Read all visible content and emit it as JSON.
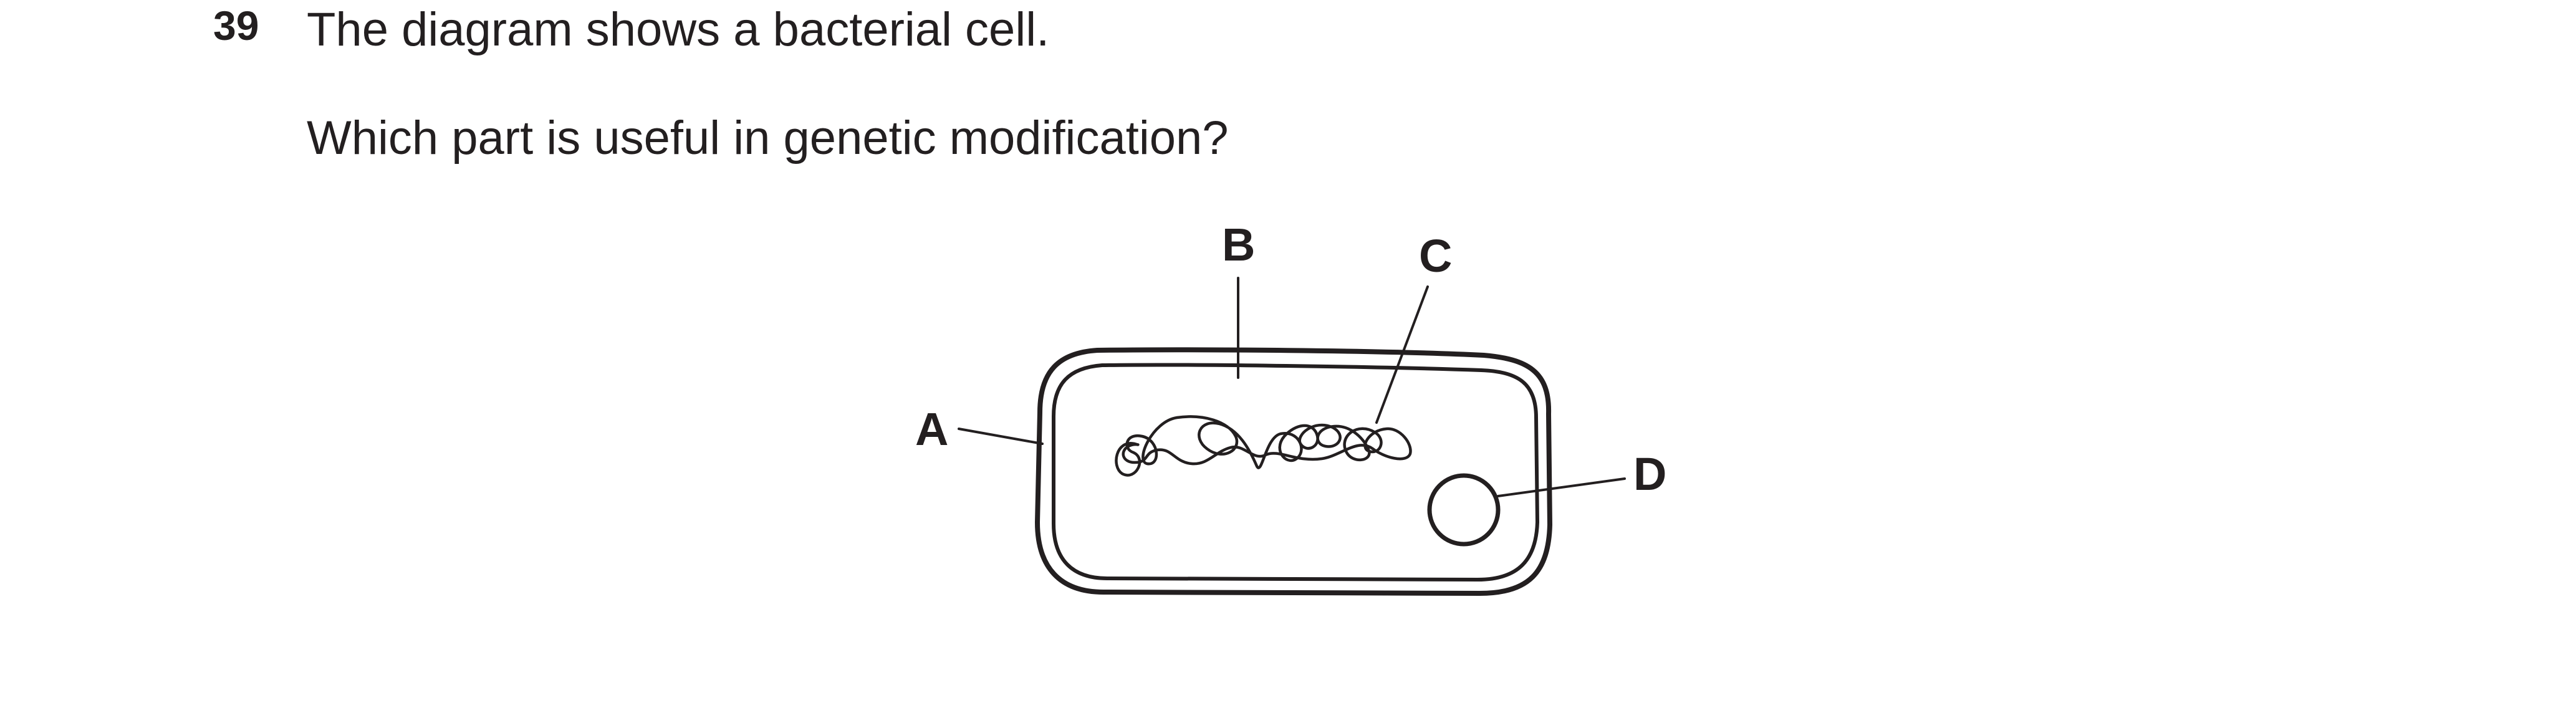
{
  "question": {
    "number": "39",
    "line1": "The diagram shows a bacterial cell.",
    "line2": "Which part is useful in genetic modification?"
  },
  "diagram": {
    "labels": {
      "a": "A",
      "b": "B",
      "c": "C",
      "d": "D"
    }
  }
}
